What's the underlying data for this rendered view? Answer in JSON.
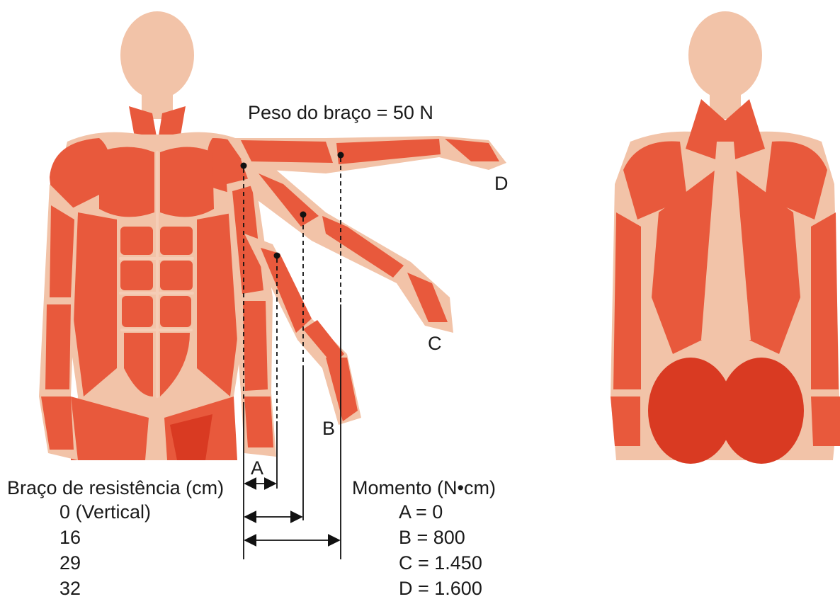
{
  "diagram": {
    "title": "Peso do braço = 50 N",
    "position_labels": {
      "a": "A",
      "b": "B",
      "c": "C",
      "d": "D"
    },
    "resistance_arm": {
      "heading": "Braço de resistência (cm)",
      "values": [
        "0  (Vertical)",
        "16",
        "29",
        "32"
      ]
    },
    "moment": {
      "heading": "Momento (N•cm)",
      "values": [
        "A = 0",
        "B = 800",
        "C = 1.450",
        "D = 1.600"
      ]
    },
    "colors": {
      "muscle": "#e8593c",
      "muscle_dark": "#d93a22",
      "skin": "#f2c3a8",
      "text": "#1a1a1a"
    }
  }
}
